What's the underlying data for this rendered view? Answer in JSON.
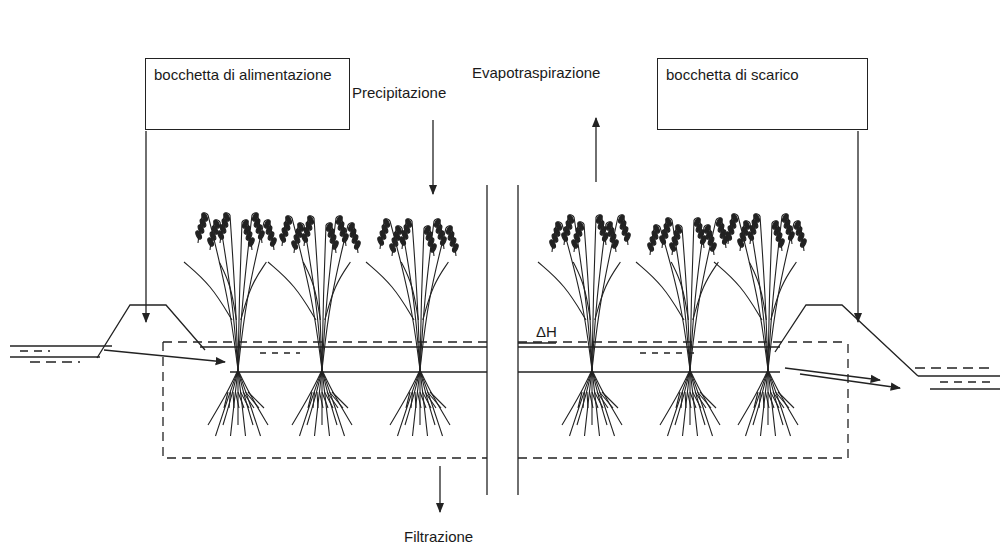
{
  "diagram": {
    "nodes": [
      {
        "text": [
          "bocchetta di alimentazione"
        ]
      },
      {
        "text": [
          "bocchetta di scarico"
        ]
      }
    ],
    "labels": [
      "Precipitazione",
      "Evapotraspirazione",
      "ΔH",
      "Filtrazione"
    ]
  }
}
